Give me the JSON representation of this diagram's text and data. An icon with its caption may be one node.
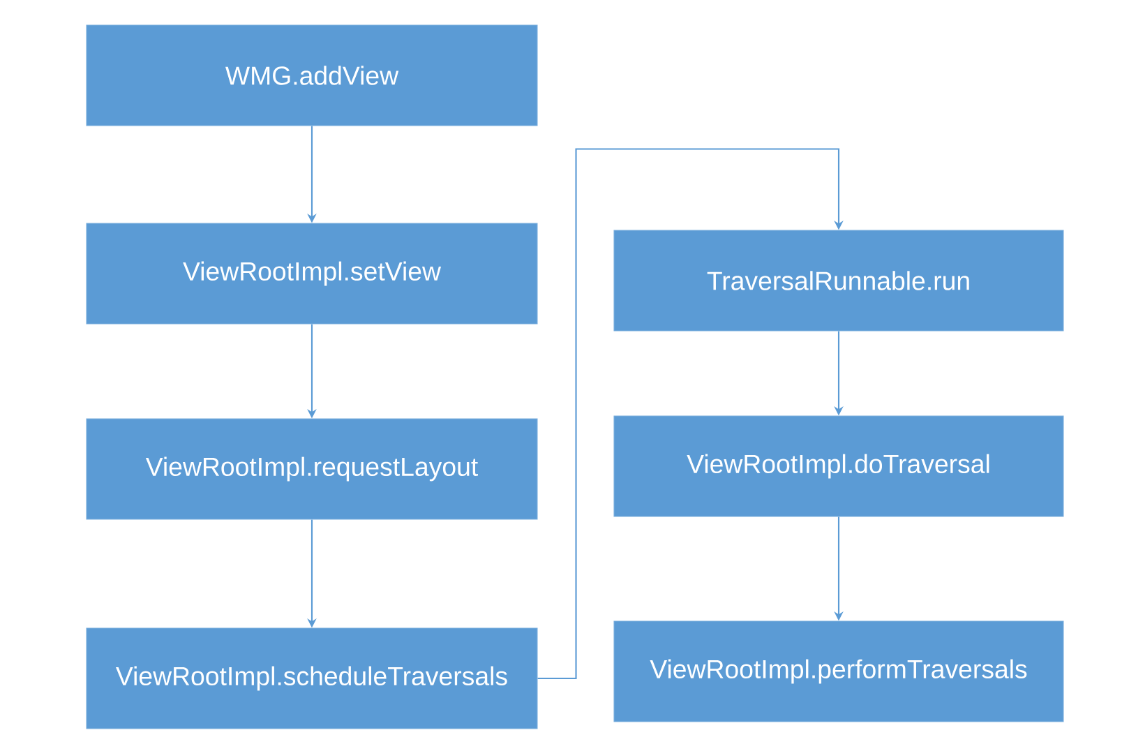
{
  "diagram": {
    "nodes": [
      {
        "text": [
          "WMG.addView"
        ]
      },
      {
        "text": [
          "ViewRootImpl.setView"
        ]
      },
      {
        "text": [
          "ViewRootImpl.requestLayout"
        ]
      },
      {
        "text": [
          "ViewRootImpl.scheduleTraversals"
        ]
      },
      {
        "text": [
          "TraversalRunnable.run"
        ]
      },
      {
        "text": [
          "ViewRootImpl.doTraversal"
        ]
      },
      {
        "text": [
          "ViewRootImpl.performTraversals"
        ]
      }
    ],
    "edges": [
      {
        "from": 0,
        "to": 1,
        "arrow": "to"
      },
      {
        "from": 1,
        "to": 2,
        "arrow": "to"
      },
      {
        "from": 2,
        "to": 3,
        "arrow": "to"
      },
      {
        "from": 3,
        "to": 4,
        "arrow": "to"
      },
      {
        "from": 4,
        "to": 5,
        "arrow": "to"
      },
      {
        "from": 5,
        "to": 6,
        "arrow": "to"
      }
    ]
  }
}
